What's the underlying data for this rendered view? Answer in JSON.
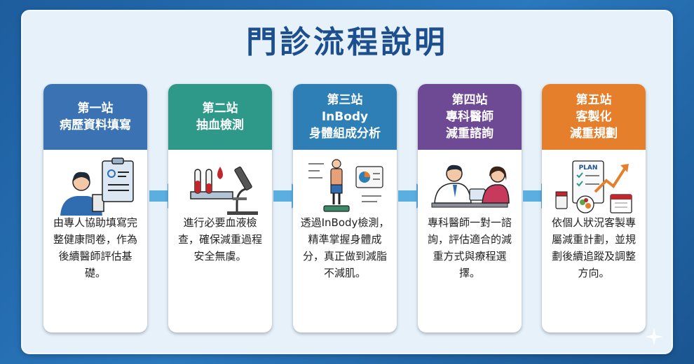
{
  "title": "門診流程說明",
  "colors": {
    "title": "#1d4f8e",
    "card1": "#3a72b4",
    "card2": "#2e9988",
    "card3": "#2d7fb6",
    "card4": "#6e4a94",
    "card5": "#e57f2b",
    "arrow": "#5aaee0"
  },
  "steps": [
    {
      "heading": [
        "第一站",
        "病歷資料填寫"
      ],
      "icon": "receptionist-clipboard-icon",
      "text": "由專人協助填寫完整健康問卷，作為後續醫師評估基礎。"
    },
    {
      "heading": [
        "第二站",
        "抽血檢測"
      ],
      "icon": "blood-test-microscope-icon",
      "text": "進行必要血液檢查，確保減重過程安全無虞。"
    },
    {
      "heading": [
        "第三站",
        "InBody",
        "身體組成分析"
      ],
      "icon": "body-composition-scale-icon",
      "text": "透過InBody檢測，精準掌握身體成分，真正做到減脂不減肌。"
    },
    {
      "heading": [
        "第四站",
        "專科醫師",
        "減重諮詢"
      ],
      "icon": "doctor-consultation-icon",
      "text": "專科醫師一對一諮詢，評估適合的減重方式與療程選擇。"
    },
    {
      "heading": [
        "第五站",
        "客製化",
        "減重規劃"
      ],
      "icon": "plan-chart-icon",
      "text": "依個人狀況客製專屬減重計劃，並規劃後續追蹤及調整方向。"
    }
  ],
  "illus_texts": {
    "plan": "PLAN"
  }
}
